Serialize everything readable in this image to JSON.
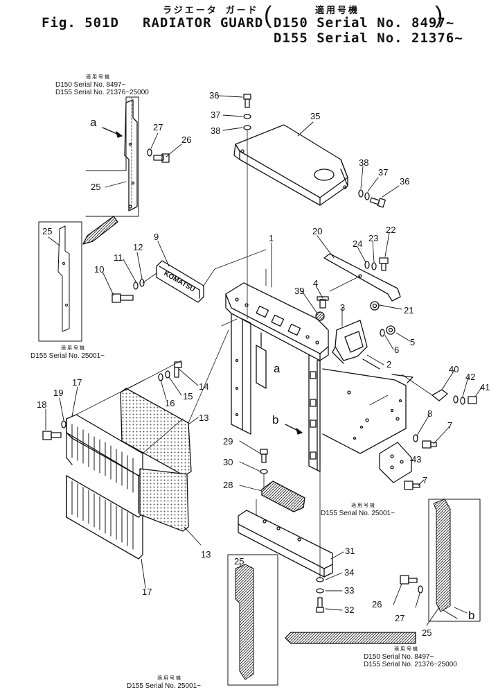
{
  "header": {
    "jp_title": "ラジエータ ガード",
    "jp_applicable": "適用号機",
    "fig_label": "Fig. 501D",
    "title": "RADIATOR GUARD",
    "serial_d150": "D150 Serial No. 8497~",
    "serial_d155": "D155 Serial No. 21376~"
  },
  "notes": {
    "top_left": {
      "jp": "適用号機",
      "l1": "D150   Serial No. 8497~",
      "l2": "D155   Serial No. 21376~25000"
    },
    "mid_left": {
      "jp": "適用号機",
      "l1": "D155   Serial No. 25001~"
    },
    "mid_right": {
      "jp": "適用号機",
      "l1": "D155   Serial No. 25001~"
    },
    "bottom_right": {
      "jp": "適用号機",
      "l1": "D150   Serial No. 8497~",
      "l2": "D155   Serial No. 21376~25000"
    },
    "bottom_center": {
      "jp": "適用号機",
      "l1": "D155   Serial No. 25001~"
    }
  },
  "nameplate_text": "KOMATSU",
  "callouts": [
    {
      "n": "36"
    },
    {
      "n": "37"
    },
    {
      "n": "38"
    },
    {
      "n": "35"
    },
    {
      "n": "38"
    },
    {
      "n": "37"
    },
    {
      "n": "36"
    },
    {
      "n": "27"
    },
    {
      "n": "26"
    },
    {
      "n": "25"
    },
    {
      "n": "25"
    },
    {
      "n": "9"
    },
    {
      "n": "12"
    },
    {
      "n": "11"
    },
    {
      "n": "10"
    },
    {
      "n": "1"
    },
    {
      "n": "20"
    },
    {
      "n": "24"
    },
    {
      "n": "23"
    },
    {
      "n": "22"
    },
    {
      "n": "39"
    },
    {
      "n": "4"
    },
    {
      "n": "3"
    },
    {
      "n": "21"
    },
    {
      "n": "5"
    },
    {
      "n": "6"
    },
    {
      "n": "2"
    },
    {
      "n": "40"
    },
    {
      "n": "42"
    },
    {
      "n": "41"
    },
    {
      "n": "8"
    },
    {
      "n": "7"
    },
    {
      "n": "43"
    },
    {
      "n": "7"
    },
    {
      "n": "14"
    },
    {
      "n": "15"
    },
    {
      "n": "16"
    },
    {
      "n": "13"
    },
    {
      "n": "17"
    },
    {
      "n": "19"
    },
    {
      "n": "18"
    },
    {
      "n": "29"
    },
    {
      "n": "30"
    },
    {
      "n": "28"
    },
    {
      "n": "31"
    },
    {
      "n": "34"
    },
    {
      "n": "33"
    },
    {
      "n": "32"
    },
    {
      "n": "13"
    },
    {
      "n": "17"
    },
    {
      "n": "25"
    },
    {
      "n": "26"
    },
    {
      "n": "27"
    },
    {
      "n": "25"
    }
  ],
  "view_letters": [
    "a",
    "a",
    "b",
    "b"
  ]
}
